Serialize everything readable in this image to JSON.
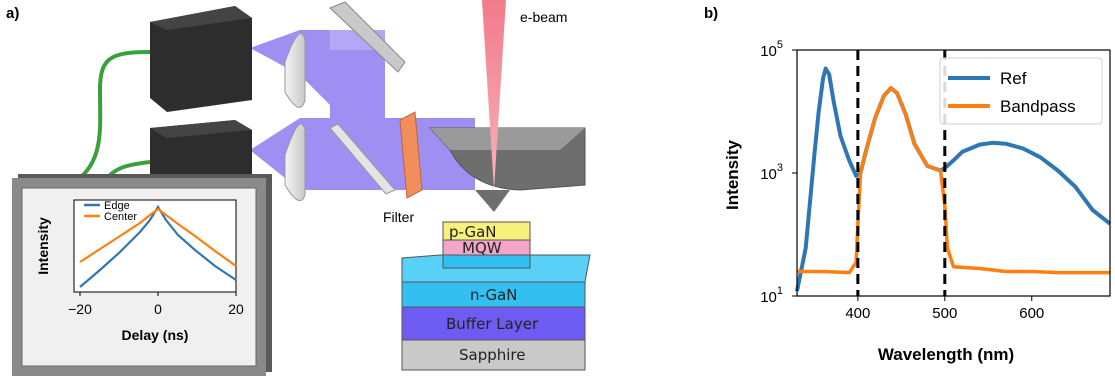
{
  "panel_a": {
    "letter": "a)",
    "ebeam_label": "e-beam",
    "filter_label": "Filter",
    "layers": [
      "p-GaN",
      "MQW",
      "n-GaN",
      "Buffer Layer",
      "Sapphire"
    ],
    "inset": {
      "ylabel": "Intensity",
      "xlabel": "Delay (ns)",
      "xticks": [
        "−20",
        "0",
        "20"
      ],
      "legend": [
        "Edge",
        "Center"
      ],
      "colors": {
        "Edge": "#2f77b4",
        "Center": "#ff7f0e"
      }
    }
  },
  "chart_data": {
    "type": "line",
    "panel_letter": "b)",
    "xlabel": "Wavelength (nm)",
    "ylabel": "Intensity",
    "xlim": [
      330,
      690
    ],
    "ylim_log10": [
      1,
      5
    ],
    "log_y": true,
    "xticks": [
      "400",
      "500",
      "600"
    ],
    "ytick_labels": [
      {
        "base": "10",
        "exp": "5"
      },
      {
        "base": "10",
        "exp": "3"
      },
      {
        "base": "10",
        "exp": "1"
      }
    ],
    "ytick_values_log10": [
      5,
      3,
      1
    ],
    "vlines": [
      400,
      500
    ],
    "legend_position": "top-right",
    "series": [
      {
        "name": "Ref",
        "color": "#2f77b4",
        "x": [
          330,
          340,
          350,
          355,
          360,
          363,
          367,
          372,
          380,
          390,
          398,
          403,
          410,
          420,
          430,
          438,
          445,
          455,
          465,
          480,
          495,
          500,
          510,
          520,
          540,
          555,
          570,
          590,
          610,
          630,
          650,
          670,
          690
        ],
        "y": [
          12,
          60,
          2000,
          10000,
          35000,
          50000,
          40000,
          15000,
          4000,
          1600,
          900,
          1000,
          2500,
          8000,
          18000,
          24000,
          20000,
          9000,
          3000,
          1300,
          1100,
          1200,
          1600,
          2200,
          2900,
          3100,
          3000,
          2500,
          1800,
          1100,
          600,
          250,
          150
        ]
      },
      {
        "name": "Bandpass",
        "color": "#ff7f0e",
        "x": [
          330,
          360,
          390,
          398,
          400,
          403,
          410,
          420,
          430,
          438,
          445,
          455,
          465,
          480,
          495,
          500,
          503,
          510,
          540,
          570,
          600,
          630,
          660,
          690
        ],
        "y": [
          25,
          25,
          24,
          35,
          150,
          1000,
          2500,
          8000,
          18000,
          24000,
          20000,
          9000,
          3000,
          1300,
          1100,
          300,
          60,
          30,
          28,
          25,
          25,
          24,
          24,
          24
        ]
      }
    ]
  }
}
